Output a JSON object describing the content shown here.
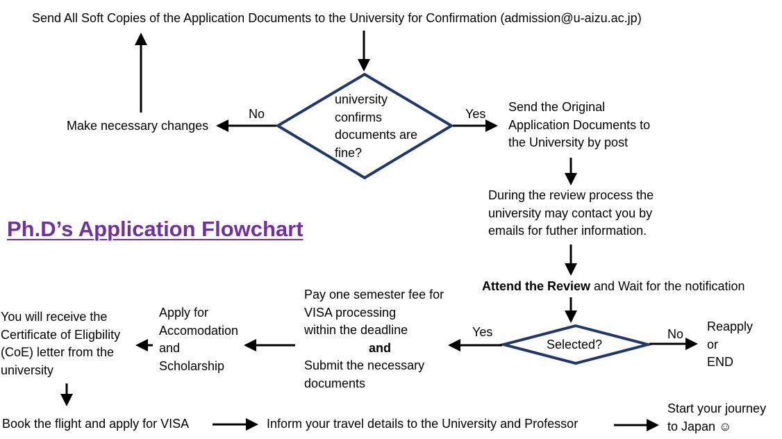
{
  "title": "Ph.D’s Application Flowchart",
  "steps": {
    "send_soft": "Send All Soft Copies of the Application Documents to the University for Confirmation (admission@u-aizu.ac.jp)",
    "make_changes": "Make necessary changes",
    "send_original": [
      "Send the Original",
      "Application Documents to",
      "the University by post"
    ],
    "review_process": [
      "During the review process the",
      "university may contact you by",
      "emails for futher information."
    ],
    "attend_bold": "Attend the Review",
    "attend_rest": " and Wait for the notification",
    "reapply": [
      "Reapply",
      "or",
      "END"
    ],
    "pay_fee": [
      "Pay one semester fee for",
      "VISA processing",
      "within the deadline",
      "and",
      "Submit the necessary",
      "documents"
    ],
    "apply_accom": [
      "Apply for",
      "Accomodation",
      "and",
      "Scholarship"
    ],
    "receive_coe": [
      "You will receive the",
      "Certificate of Eligbility",
      "(CoE) letter from the",
      "university"
    ],
    "book_flight": "Book the flight and apply for VISA",
    "inform_travel": "Inform your travel details to the University and Professor",
    "start_journey": [
      "Start your journey",
      "to Japan ☺"
    ]
  },
  "decisions": {
    "confirm": [
      "university",
      "confirms",
      "documents are",
      "fine?"
    ],
    "selected": "Selected?"
  },
  "edge_labels": {
    "confirm_no": "No",
    "confirm_yes": "Yes",
    "selected_yes": "Yes",
    "selected_no": "No"
  },
  "colors": {
    "title": "#7030a0",
    "diamond_stroke": "#1f3864",
    "arrow": "#000000"
  }
}
